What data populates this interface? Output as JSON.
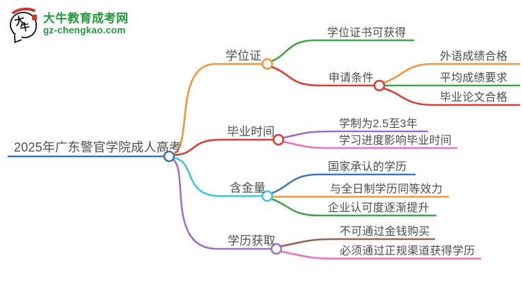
{
  "logo": {
    "title": "大牛教育成考网",
    "domain": "gz-chengkao.com",
    "mark_char_1": "大",
    "mark_char_2": "牛",
    "brand_color": "#1E9C3B",
    "seal_color": "#C8382E"
  },
  "palette": {
    "blue": "#3778BC",
    "orange": "#F5943B",
    "green": "#3FA547",
    "red": "#DE3B36",
    "cyan": "#3CC7DB",
    "purple": "#9C70C9",
    "pink": "#F06EC4",
    "brown": "#9A6054",
    "label_text": "#4D4D4D",
    "node_fill": "#FFFFFF"
  },
  "mindmap": {
    "root": {
      "label": "2025年广东警官学院成人高考",
      "color": "blue"
    },
    "branches": [
      {
        "label": "学位证",
        "color": "orange",
        "children": [
          {
            "label": "学位证书可获得",
            "color": "green",
            "children": []
          },
          {
            "label": "申请条件",
            "color": "red",
            "children": [
              {
                "label": "外语成绩合格",
                "color": "orange"
              },
              {
                "label": "平均成绩要求",
                "color": "green"
              },
              {
                "label": "毕业论文合格",
                "color": "red"
              }
            ]
          }
        ]
      },
      {
        "label": "毕业时间",
        "color": "red",
        "children": [
          {
            "label": "学制为2.5至3年",
            "color": "purple"
          },
          {
            "label": "学习进度影响毕业时间",
            "color": "pink"
          }
        ]
      },
      {
        "label": "含金量",
        "color": "cyan",
        "children": [
          {
            "label": "国家承认的学历",
            "color": "blue"
          },
          {
            "label": "与全日制学历同等效力",
            "color": "orange"
          },
          {
            "label": "企业认可度逐渐提升",
            "color": "green"
          }
        ]
      },
      {
        "label": "学历获取",
        "color": "purple",
        "children": [
          {
            "label": "不可通过金钱购买",
            "color": "brown"
          },
          {
            "label": "必须通过正规渠道获得学历",
            "color": "pink"
          }
        ]
      }
    ]
  }
}
